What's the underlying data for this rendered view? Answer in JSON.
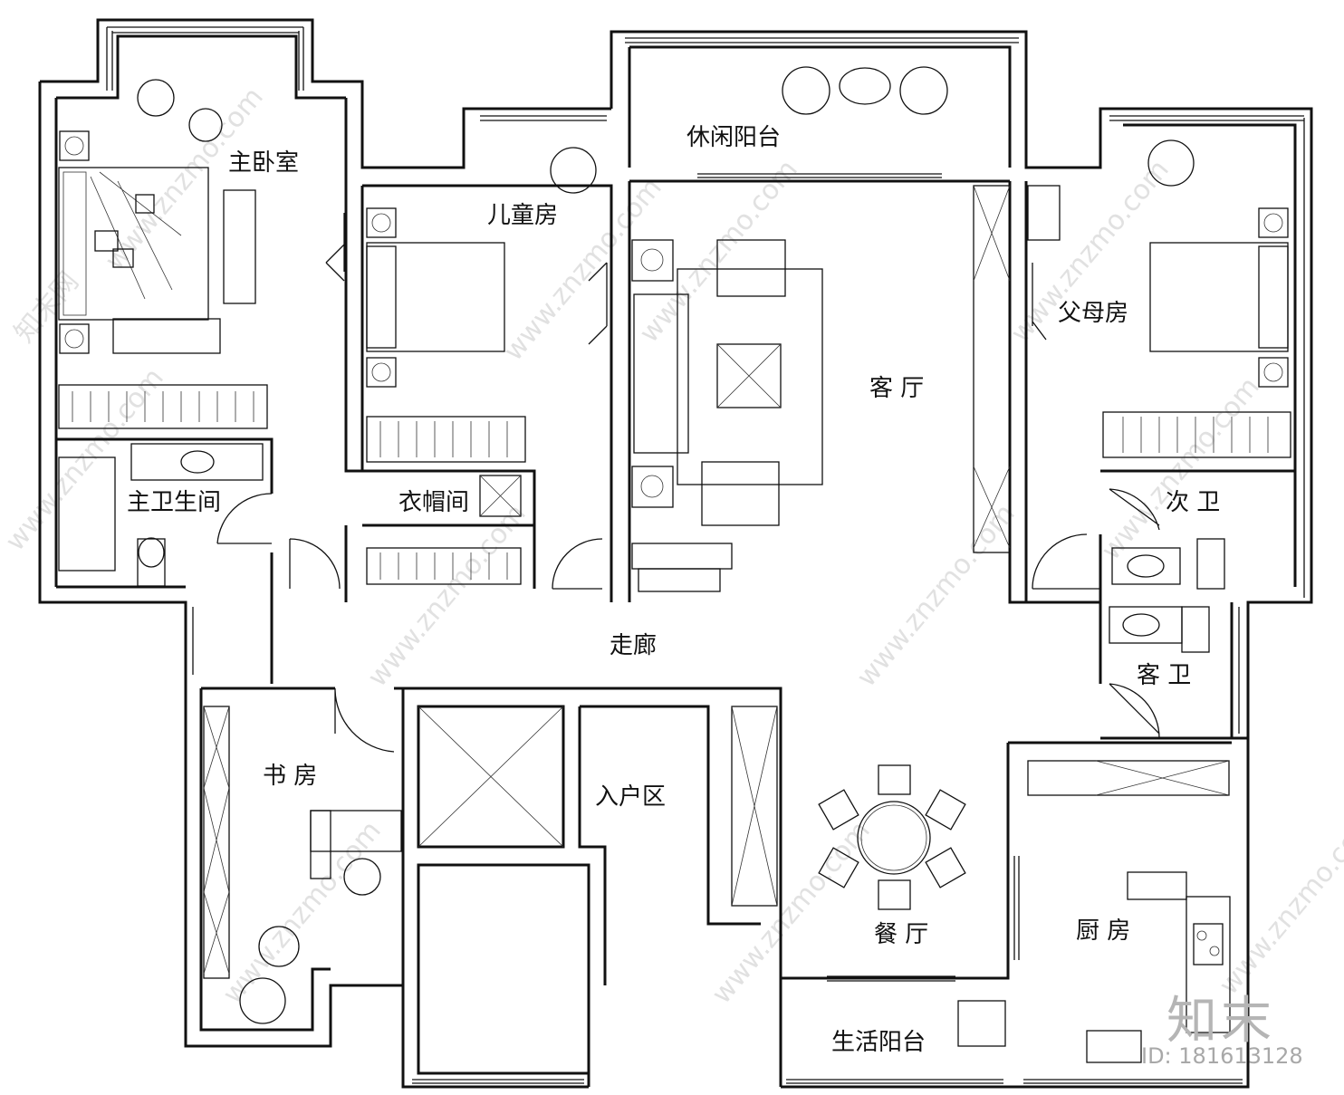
{
  "rooms": {
    "master_bedroom": "主卧室",
    "kids_room": "儿童房",
    "leisure_balcony": "休闲阳台",
    "parents_room": "父母房",
    "living_room": "客 厅",
    "master_bath": "主卫生间",
    "cloakroom": "衣帽间",
    "second_bath": "次 卫",
    "corridor": "走廊",
    "guest_bath": "客 卫",
    "study": "书 房",
    "entry": "入户区",
    "dining": "餐 厅",
    "kitchen": "厨 房",
    "service_balcony": "生活阳台"
  },
  "watermark": {
    "logo": "知末",
    "id": "ID: 181613128",
    "url": "www.znzmo.com",
    "brand": "知末网"
  }
}
